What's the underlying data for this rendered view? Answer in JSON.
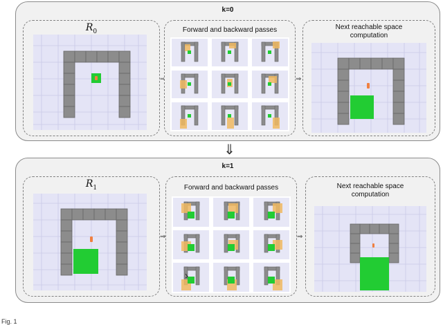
{
  "stages": [
    {
      "k_label": "k=0",
      "r_symbol": "R",
      "r_index": "0",
      "passes_title": "Forward and backward passes",
      "next_title_line1": "Next reachable space",
      "next_title_line2": "computation"
    },
    {
      "k_label": "k=1",
      "r_symbol": "R",
      "r_index": "1",
      "passes_title": "Forward and backward passes",
      "next_title_line1": "Next reachable space",
      "next_title_line2": "computation"
    }
  ],
  "arrow_glyph": "⇒",
  "down_arrow_glyph": "⇓",
  "figure_caption": "Fig. 1",
  "colors": {
    "wall": "#8c8c8c",
    "reachable": "#22cc33",
    "robot": "#f08040",
    "explored": "#f0b860",
    "grid_bg": "#e4e4f6"
  }
}
